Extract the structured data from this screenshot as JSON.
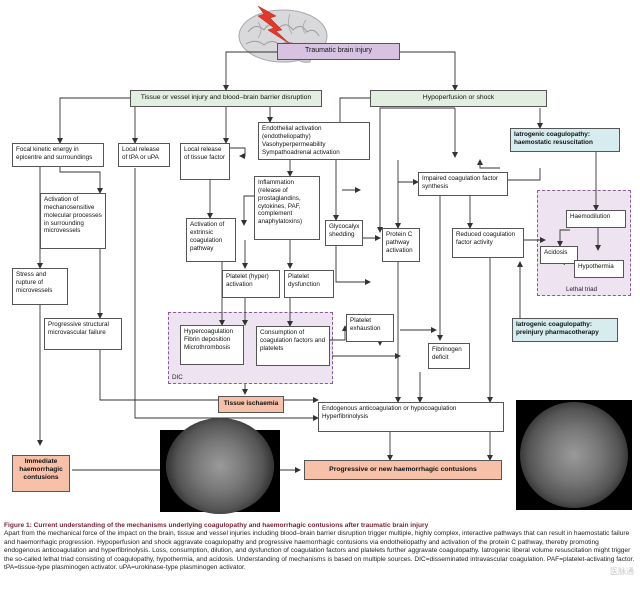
{
  "diagram": {
    "top_box": "Traumatic brain injury",
    "tissue_injury": "Tissue or vessel injury and blood–brain barrier disruption",
    "hypoperfusion": "Hypoperfusion or shock",
    "focal_kinetic": "Focal kinetic energy in epicentre and surroundings",
    "mechanosensitive": "Activation of mechanosensitive molecular processes in surrounding microvessels",
    "stress_rupture": "Stress and rupture of microvessels",
    "progressive_structural": "Progressive structural microvascular failure",
    "immediate": "Immediate haemorrhagic contusions",
    "local_tpa": "Local release of tPA or uPA",
    "local_tissue_factor": "Local release of tissue factor",
    "extrinsic": "Activation of extrinsic coagulation pathway",
    "endothelial": "Endothelial activation (endotheliopathy) Vasohyperpermeability Sympathoadrenal activation",
    "inflammation": "Inflammation (release of prostaglandins, cytokines, PAF, complement anaphylatoxins)",
    "glycocalyx": "Glycocalyx shedding",
    "protein_c": "Protein C pathway activation",
    "platelet_hyper": "Platelet (hyper) activation",
    "platelet_dysfunction": "Platelet dysfunction",
    "hypercoag": "Hypercoagulation Fibrin deposition Microthrombosis",
    "consumption": "Consumption of coagulation factors and platelets",
    "dic_label": "DIC",
    "platelet_exhaustion": "Platelet exhaustion",
    "tissue_ischaemia": "Tissue ischaemia",
    "fibrinogen_deficit": "Fibrinogen deficit",
    "impaired_synthesis": "Impaired coagulation factor synthesis",
    "reduced_activity": "Reduced coagulation factor activity",
    "iatrogenic_resus": "Iatrogenic coagulopathy: haemostatic resuscitation",
    "haemodilution": "Haemodilution",
    "acidosis": "Acidosis",
    "hypothermia": "Hypothermia",
    "lethal_triad": "Lethal triad",
    "iatrogenic_pharm": "Iatrogenic coagulopathy: preinjury pharmacotherapy",
    "endogenous": "Endogenous anticoagulation or hypocoagulation Hyperfibrinolysis",
    "progressive_contusions": "Progressive or new haemorrhagic contusions"
  },
  "caption": {
    "title": "Figure 1: Current understanding of the mechanisms underlying coagulopathy and haemorrhagic contusions after traumatic brain injury",
    "body": "Apart from the mechanical force of the impact on the brain, tissue and vessel injuries including blood–brain barrier disruption trigger multiple, highly complex, interactive pathways that can result in haemostatic failure and haemorrhagic progression. Hypoperfusion and shock aggravate coagulopathy and progressive haemorrhagic contusions via endotheliopathy and activation of the protein C pathway, thereby promoting endogenous anticoagulation and hyperfibrinolysis. Loss, consumption, dilution, and dysfunction of coagulation factors and platelets further aggravate coagulopathy. Iatrogenic liberal volume resuscitation might trigger the so-called lethal triad consisting of coagulopathy, hypothermia, and acidosis. Understanding of mechanisms is based on multiple sources. DIC=disseminated intravascular coagulation. PAF=platelet-activating factor. tPA=tissue-type plasminogen activator. uPA=urokinase-type plasminogen activator."
  },
  "watermark": "医脉通",
  "colors": {
    "purple": "#d7c2e1",
    "green": "#e2efe0",
    "teal": "#d7ecef",
    "salmon": "#f6c1a8",
    "region": "#eee4f1",
    "bolt": "#e03a2c"
  }
}
